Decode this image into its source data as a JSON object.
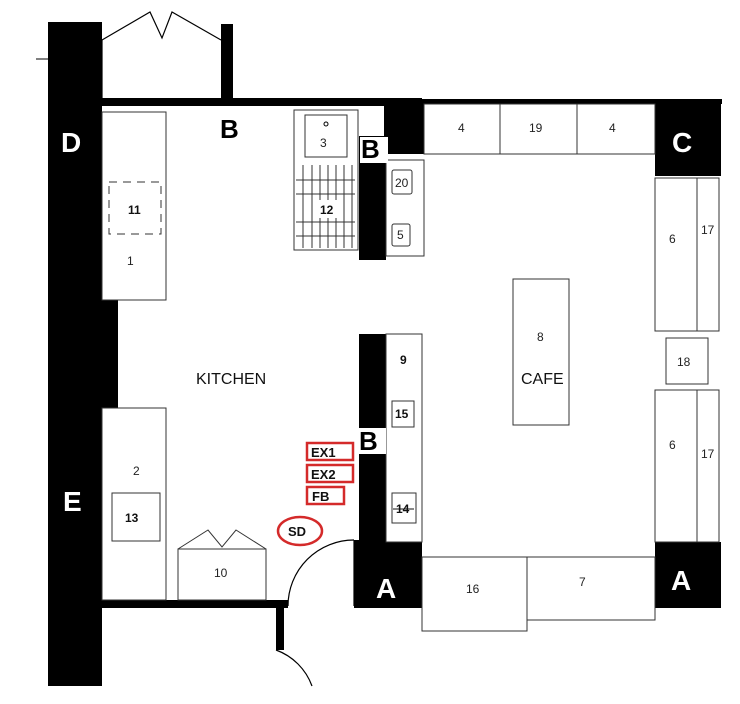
{
  "rooms": {
    "kitchen": "KITCHEN",
    "cafe": "CAFE"
  },
  "wall_labels": {
    "a": "A",
    "b": "B",
    "c": "C",
    "d": "D",
    "e": "E"
  },
  "equipment": {
    "n1": "1",
    "n2": "2",
    "n3": "3",
    "n4": "4",
    "n5": "5",
    "n6": "6",
    "n7": "7",
    "n8": "8",
    "n9": "9",
    "n10": "10",
    "n11": "11",
    "n12": "12",
    "n13": "13",
    "n14": "14",
    "n15": "15",
    "n16": "16",
    "n17": "17",
    "n18": "18",
    "n19": "19",
    "n20": "20"
  },
  "safety": {
    "ex1": "EX1",
    "ex2": "EX2",
    "fb": "FB",
    "sd": "SD"
  },
  "colors": {
    "wall": "#000000",
    "safety_outline": "#d42a2a",
    "line": "#333333"
  }
}
